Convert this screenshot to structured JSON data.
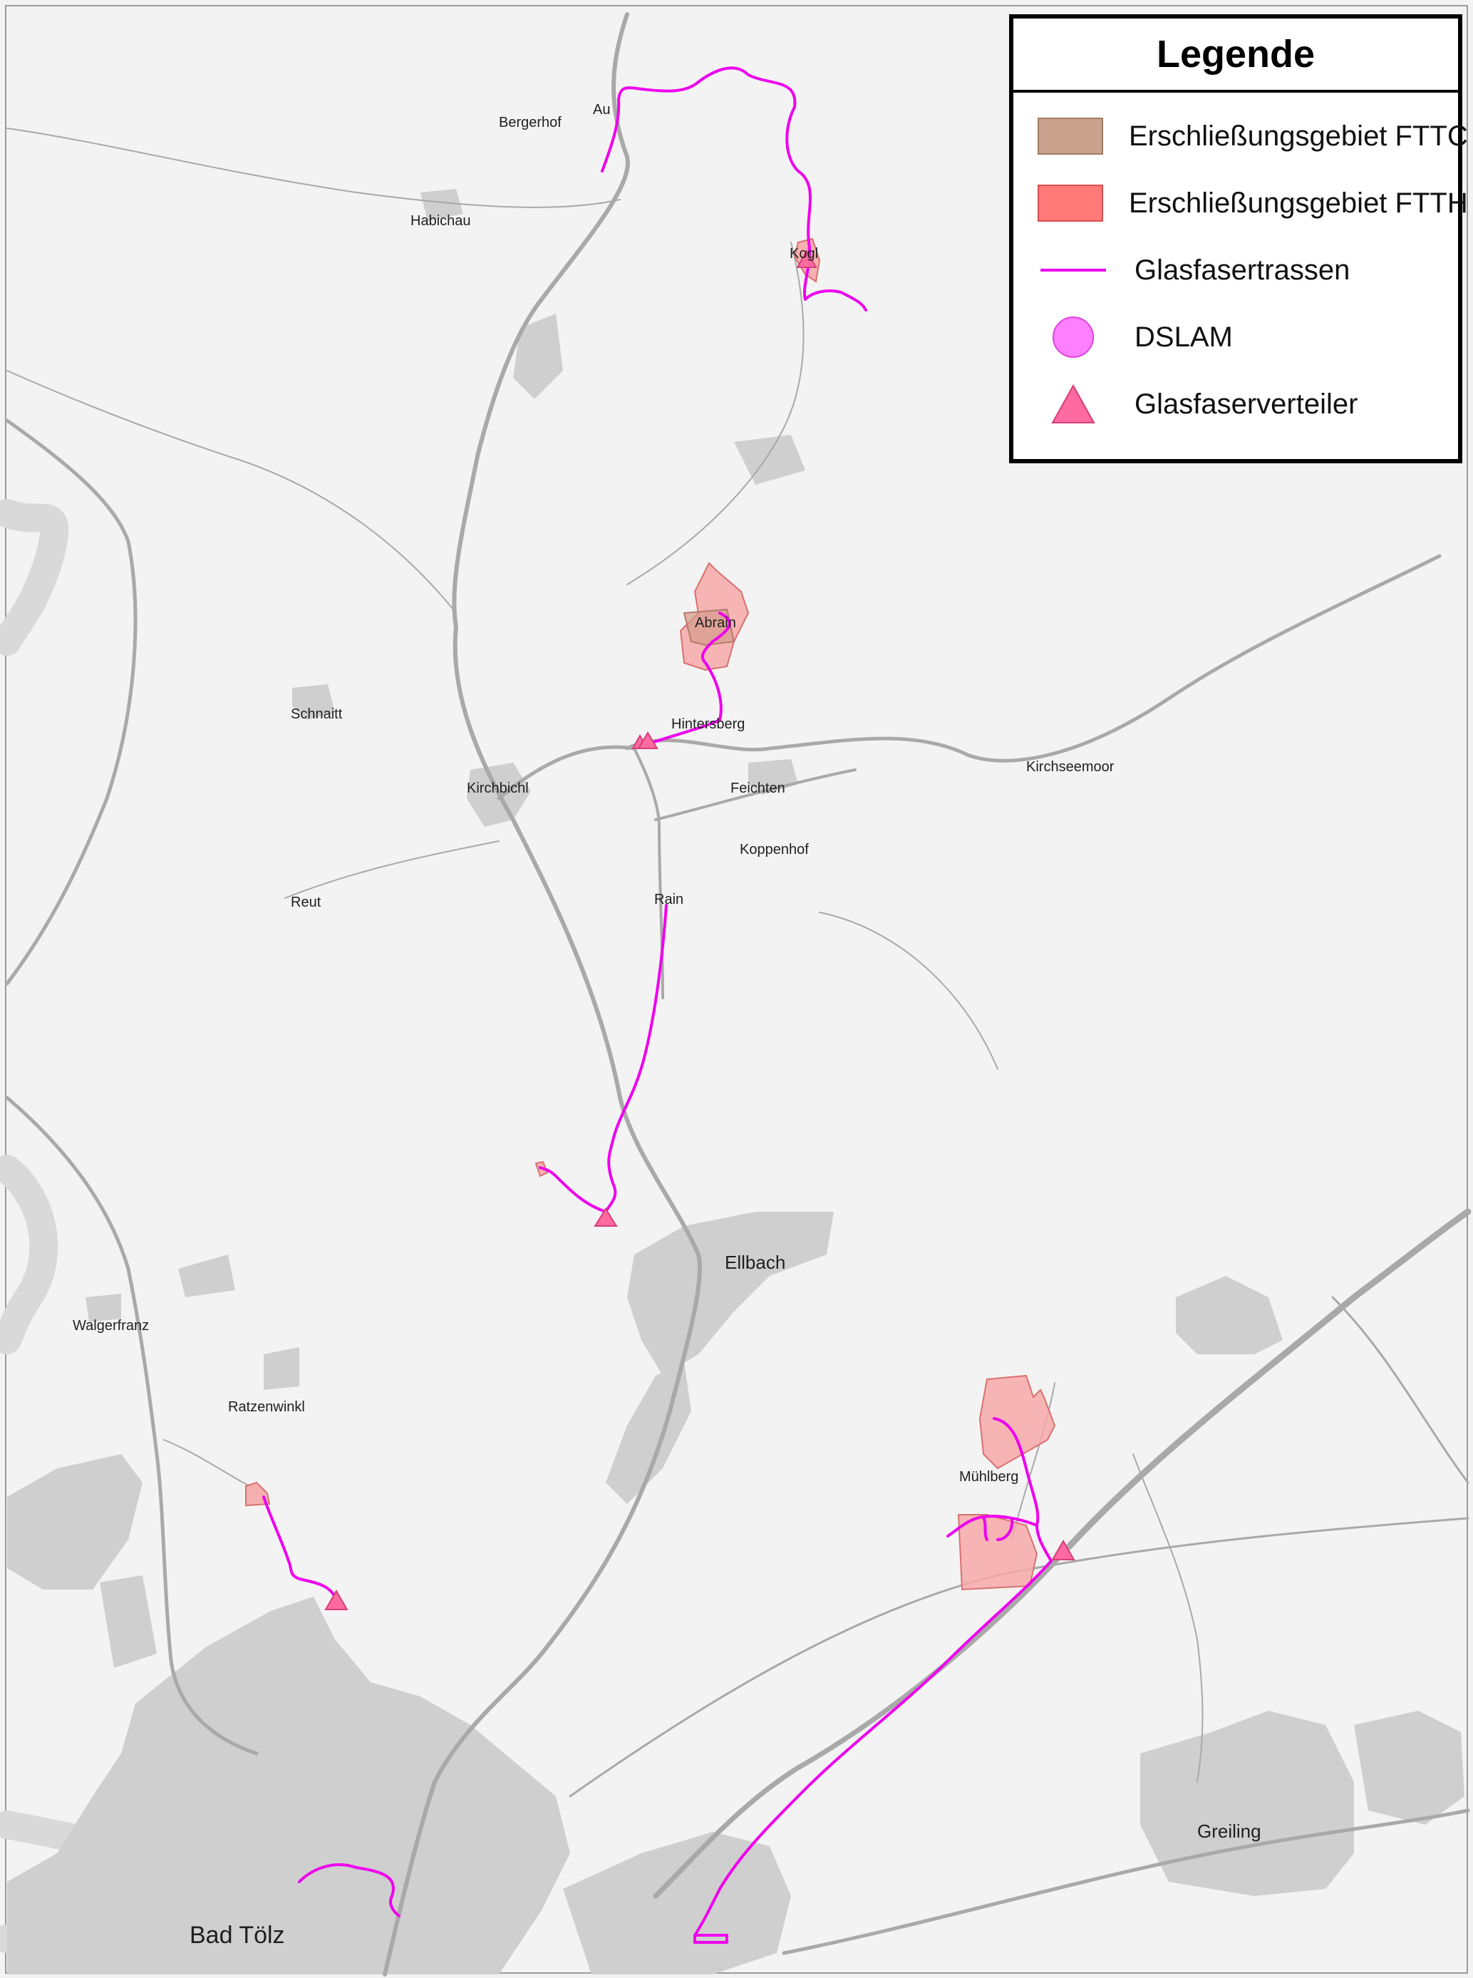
{
  "legend": {
    "title": "Legende",
    "items": [
      {
        "label": "Erschließungsgebiet FTTC",
        "symbol": "fill-rect",
        "color": "#caa38e",
        "border": "#a37a66"
      },
      {
        "label": "Erschließungsgebiet FTTH",
        "symbol": "fill-rect",
        "color": "#ff7a78",
        "border": "#d94f4f"
      },
      {
        "label": "Glasfasertrassen",
        "symbol": "line",
        "color": "#ee00ee"
      },
      {
        "label": "DSLAM",
        "symbol": "circle",
        "color": "#ff80ff",
        "border": "#e040e0"
      },
      {
        "label": "Glasfaserverteiler",
        "symbol": "triangle",
        "color": "#ff6aa0",
        "border": "#d43f7b"
      }
    ]
  },
  "places": {
    "au": "Au",
    "bergerhof": "Bergerhof",
    "habichau": "Habichau",
    "kogl": "Kogl",
    "abrain": "Abrain",
    "hintersberg": "Hintersberg",
    "schnaitt": "Schnaitt",
    "kirchbichl": "Kirchbichl",
    "feichten": "Feichten",
    "kirchseemoor": "Kirchseemoor",
    "koppenhof": "Koppenhof",
    "reut": "Reut",
    "rain": "Rain",
    "ellbach": "Ellbach",
    "walgerfranz": "Walgerfranz",
    "ratzenwinkl": "Ratzenwinkl",
    "muehlberg": "Mühlberg",
    "greiling": "Greiling",
    "bad_toelz": "Bad Tölz"
  },
  "colors": {
    "background": "#f3f3f3",
    "road": "#a9a9a9",
    "settlement": "#cfcfcf",
    "water": "#d8d8d8",
    "fiber_route": "#ee00ee",
    "ftth_area": "#f7a8a8",
    "fttc_area": "#d49a8a",
    "distributor": "#ff6aa0"
  }
}
